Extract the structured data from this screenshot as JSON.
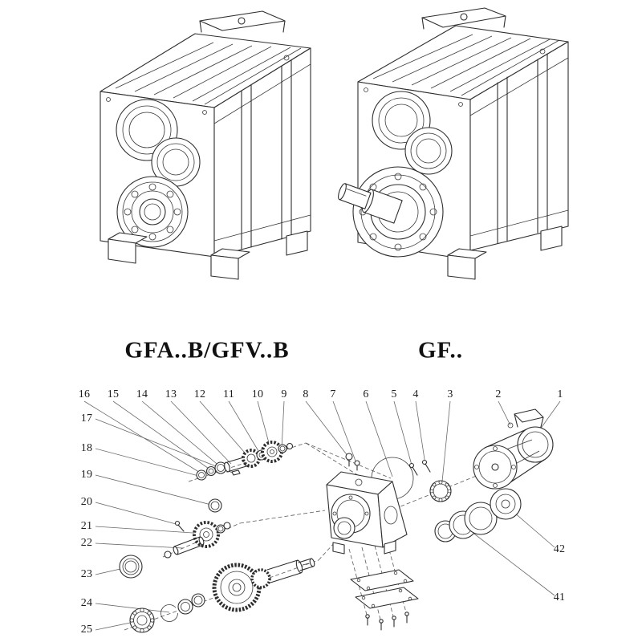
{
  "titles": {
    "left": "GFA..B/GFV..B",
    "right": "GF.."
  },
  "callouts": {
    "top": [
      "16",
      "15",
      "14",
      "13",
      "12",
      "11",
      "10",
      "9",
      "8",
      "7",
      "6",
      "5",
      "4",
      "3",
      "2",
      "1"
    ],
    "left": [
      "17",
      "18",
      "19",
      "20",
      "21",
      "22",
      "23",
      "24",
      "25"
    ],
    "right": [
      "42",
      "41"
    ]
  },
  "colors": {
    "background": "#ffffff",
    "line": "#2e2e2e",
    "leader": "#6a6a6a"
  }
}
